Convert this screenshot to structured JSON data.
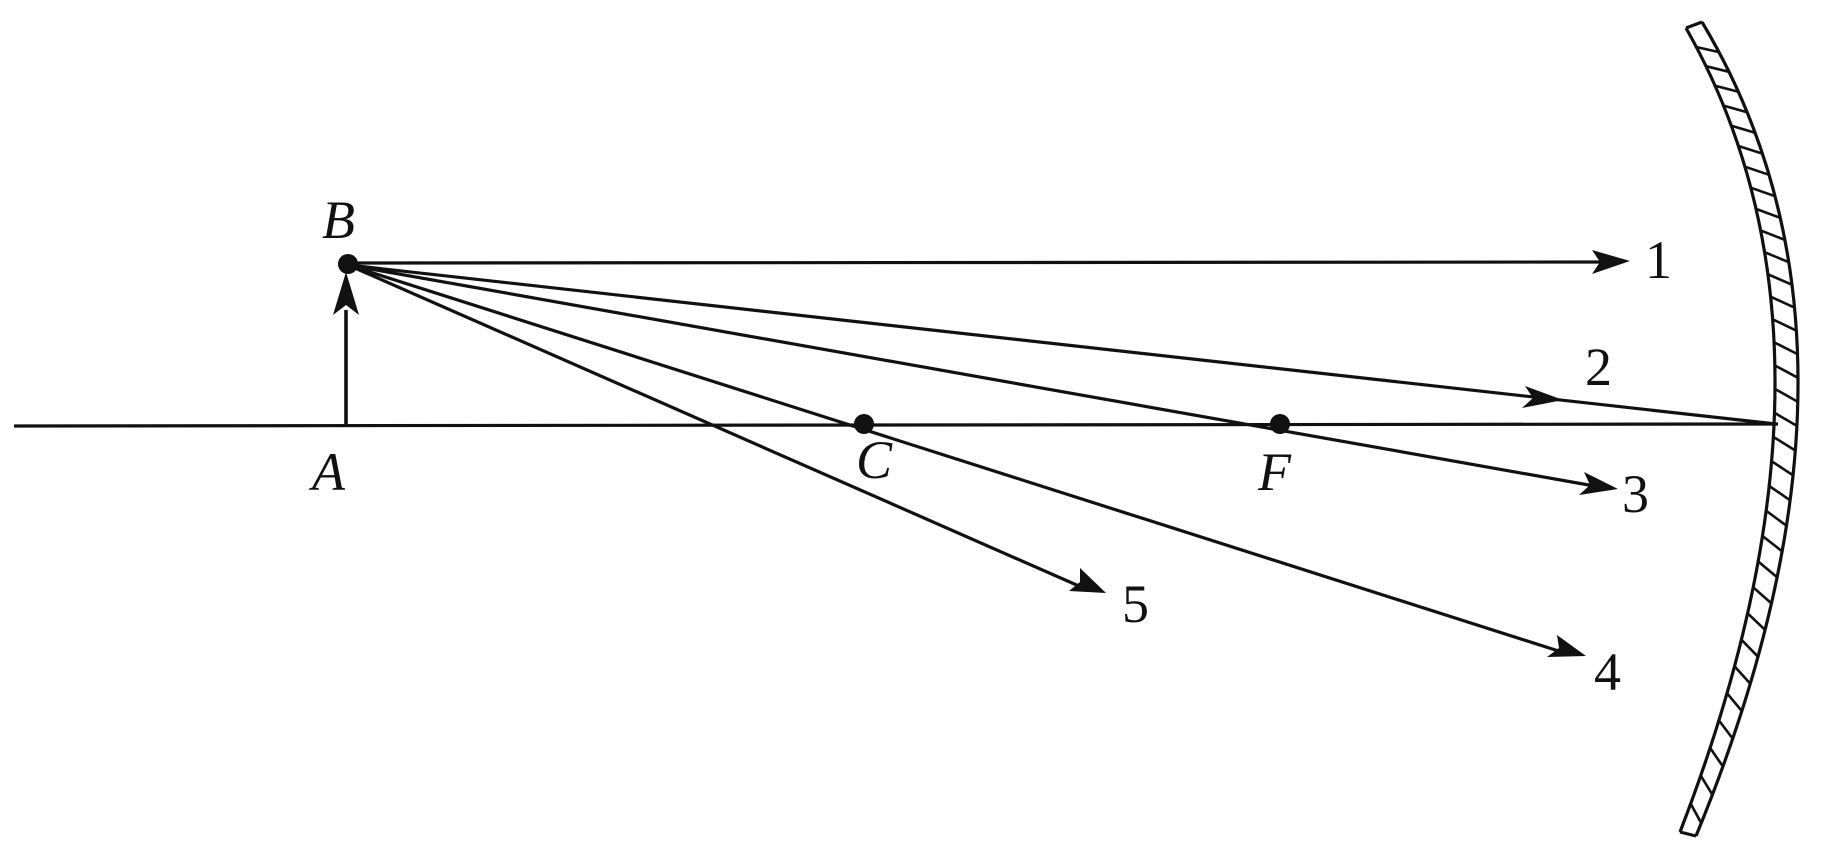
{
  "diagram": {
    "points": {
      "A": "A",
      "B": "B",
      "C": "C",
      "F": "F"
    },
    "rays": [
      {
        "id": "1",
        "label": "1"
      },
      {
        "id": "2",
        "label": "2"
      },
      {
        "id": "3",
        "label": "3"
      },
      {
        "id": "4",
        "label": "4"
      },
      {
        "id": "5",
        "label": "5"
      }
    ],
    "colors": {
      "ink": "#111111",
      "background": "#ffffff"
    }
  }
}
